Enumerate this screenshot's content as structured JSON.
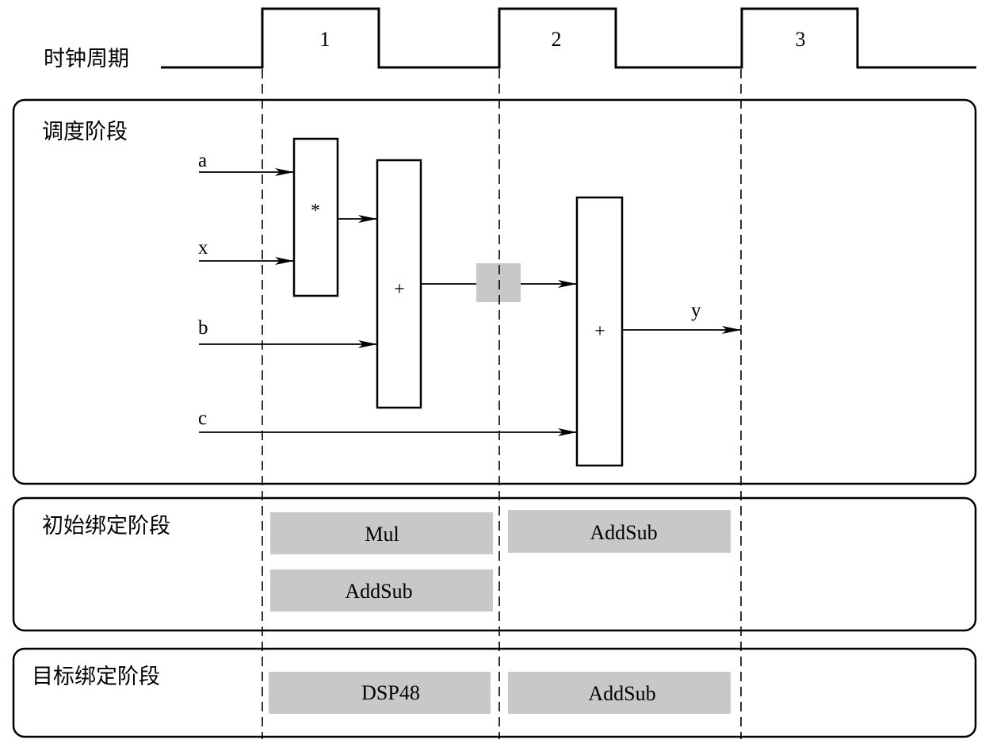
{
  "clock": {
    "label": "时钟周期",
    "cycles": [
      "1",
      "2",
      "3"
    ]
  },
  "schedule": {
    "label": "调度阶段",
    "inputs": {
      "a": "a",
      "x": "x",
      "b": "b",
      "c": "c"
    },
    "ops": {
      "mul": "*",
      "add1": "+",
      "add2": "+"
    },
    "output": "y"
  },
  "initial_binding": {
    "label": "初始绑定阶段",
    "cycle1": [
      "Mul",
      "AddSub"
    ],
    "cycle2": [
      "AddSub"
    ]
  },
  "target_binding": {
    "label": "目标绑定阶段",
    "cycle1": [
      "DSP48"
    ],
    "cycle2": [
      "AddSub"
    ]
  },
  "colors": {
    "line": "#000000",
    "resource_fill": "#c8c8c8",
    "register_fill": "#c8c8c8"
  }
}
